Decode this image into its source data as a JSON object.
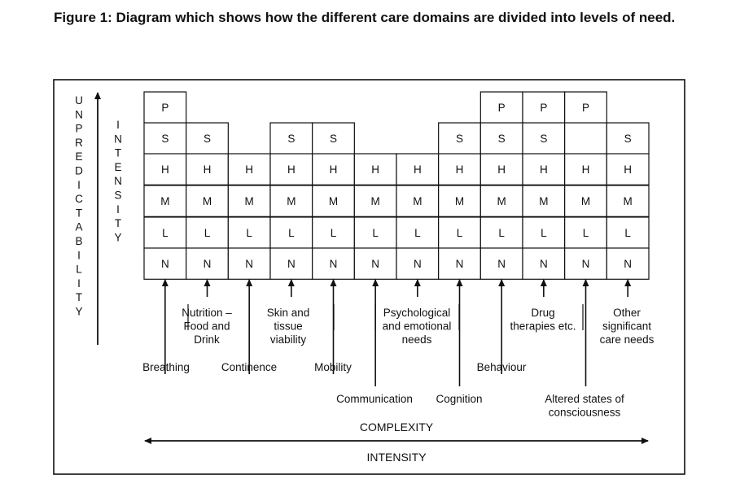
{
  "title": "Figure 1: Diagram which shows how the different care domains are divided into levels of need.",
  "left_axis": {
    "unpredictability": "UNPREDICTABILITY",
    "intensity": "INTENSITY"
  },
  "levels": [
    "P",
    "S",
    "H",
    "M",
    "L",
    "N"
  ],
  "domains": [
    {
      "label": "Breathing",
      "levels": [
        "P",
        "S",
        "H",
        "M",
        "L",
        "N"
      ]
    },
    {
      "label": "Nutrition – Food and Drink",
      "levels": [
        "S",
        "H",
        "M",
        "L",
        "N"
      ]
    },
    {
      "label": "Continence",
      "levels": [
        "H",
        "M",
        "L",
        "N"
      ]
    },
    {
      "label": "Skin and tissue viability",
      "levels": [
        "S",
        "H",
        "M",
        "L",
        "N"
      ]
    },
    {
      "label": "Mobility",
      "levels": [
        "S",
        "H",
        "M",
        "L",
        "N"
      ]
    },
    {
      "label": "Communication",
      "levels": [
        "H",
        "M",
        "L",
        "N"
      ]
    },
    {
      "label": "Psychological and emotional needs",
      "levels": [
        "H",
        "M",
        "L",
        "N"
      ]
    },
    {
      "label": "Cognition",
      "levels": [
        "S",
        "H",
        "M",
        "L",
        "N"
      ]
    },
    {
      "label": "Behaviour",
      "levels": [
        "P",
        "S",
        "H",
        "M",
        "L",
        "N"
      ]
    },
    {
      "label": "Drug therapies etc.",
      "levels": [
        "P",
        "S",
        "H",
        "M",
        "L",
        "N"
      ]
    },
    {
      "label": "Altered states of consciousness",
      "levels": [
        "P",
        "",
        "H",
        "M",
        "L",
        "N"
      ]
    },
    {
      "label": "Other significant care needs",
      "levels": [
        "S",
        "H",
        "M",
        "L",
        "N"
      ]
    }
  ],
  "bottom_axis": {
    "complexity": "COMPLEXITY",
    "intensity": "INTENSITY"
  }
}
